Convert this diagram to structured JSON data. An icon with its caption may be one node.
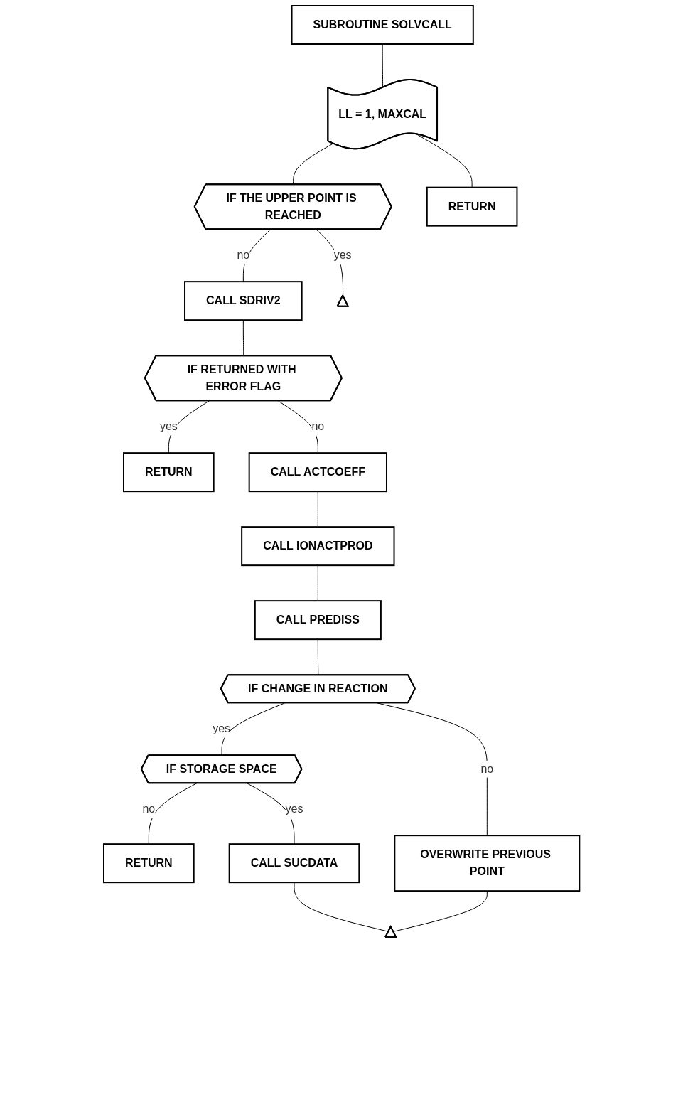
{
  "diagram": {
    "nodes": [
      {
        "text": [
          "SUBROUTINE SOLVCALL"
        ]
      },
      {
        "text": [
          "LL = 1, MAXCAL"
        ]
      },
      {
        "text": [
          "IF THE UPPER POINT IS REACHED"
        ]
      },
      {
        "text": [
          "CALL SDRIV2"
        ]
      },
      {
        "text": [
          "RETURN"
        ]
      },
      {
        "text": [],
        "shape": "triangle"
      },
      {
        "text": [
          "IF RETURNED WITH ERROR FLAG"
        ]
      },
      {
        "text": [
          "RETURN"
        ]
      },
      {
        "text": [
          "CALL ACTCOEFF"
        ]
      },
      {
        "text": [
          "CALL IONACTPROD"
        ]
      },
      {
        "text": [
          "CALL PREDISS"
        ]
      },
      {
        "text": [
          "RETURN"
        ]
      },
      {
        "text": [
          "IF STORAGE SPACE"
        ]
      },
      {
        "text": [
          "IF CHANGE IN REACTION"
        ]
      },
      {
        "text": [
          "CALL SUCDATA"
        ]
      },
      {
        "text": [
          "OVERWRITE PREVIOUS POINT"
        ]
      },
      {
        "text": [],
        "shape": "triangle"
      }
    ],
    "edges": [
      {
        "from": 0,
        "to": 1,
        "arrow": "none"
      },
      {
        "from": 1,
        "to": 2,
        "arrow": "none"
      },
      {
        "from": 2,
        "to": 3,
        "label": "no",
        "arrow": "none"
      },
      {
        "from": 1,
        "to": 4,
        "arrow": "none"
      },
      {
        "from": 2,
        "to": 5,
        "label": "yes",
        "arrow": "none"
      },
      {
        "from": 3,
        "to": 6,
        "arrow": "none"
      },
      {
        "from": 6,
        "to": 7,
        "label": "yes",
        "arrow": "none"
      },
      {
        "from": 6,
        "to": 8,
        "label": "no",
        "arrow": "none"
      },
      {
        "from": 8,
        "to": 9,
        "arrow": "none"
      },
      {
        "from": 9,
        "to": 10,
        "arrow": "none"
      },
      {
        "from": 10,
        "to": 13,
        "arrow": "none"
      },
      {
        "from": 13,
        "to": 12,
        "label": "yes",
        "arrow": "none"
      },
      {
        "from": 12,
        "to": 11,
        "label": "no",
        "arrow": "none"
      },
      {
        "from": 12,
        "to": 14,
        "label": "yes",
        "arrow": "none"
      },
      {
        "from": 13,
        "to": 15,
        "label": "no",
        "arrow": "none"
      },
      {
        "from": 14,
        "to": 16,
        "arrow": "none"
      },
      {
        "from": 15,
        "to": 16,
        "arrow": "none"
      }
    ]
  }
}
